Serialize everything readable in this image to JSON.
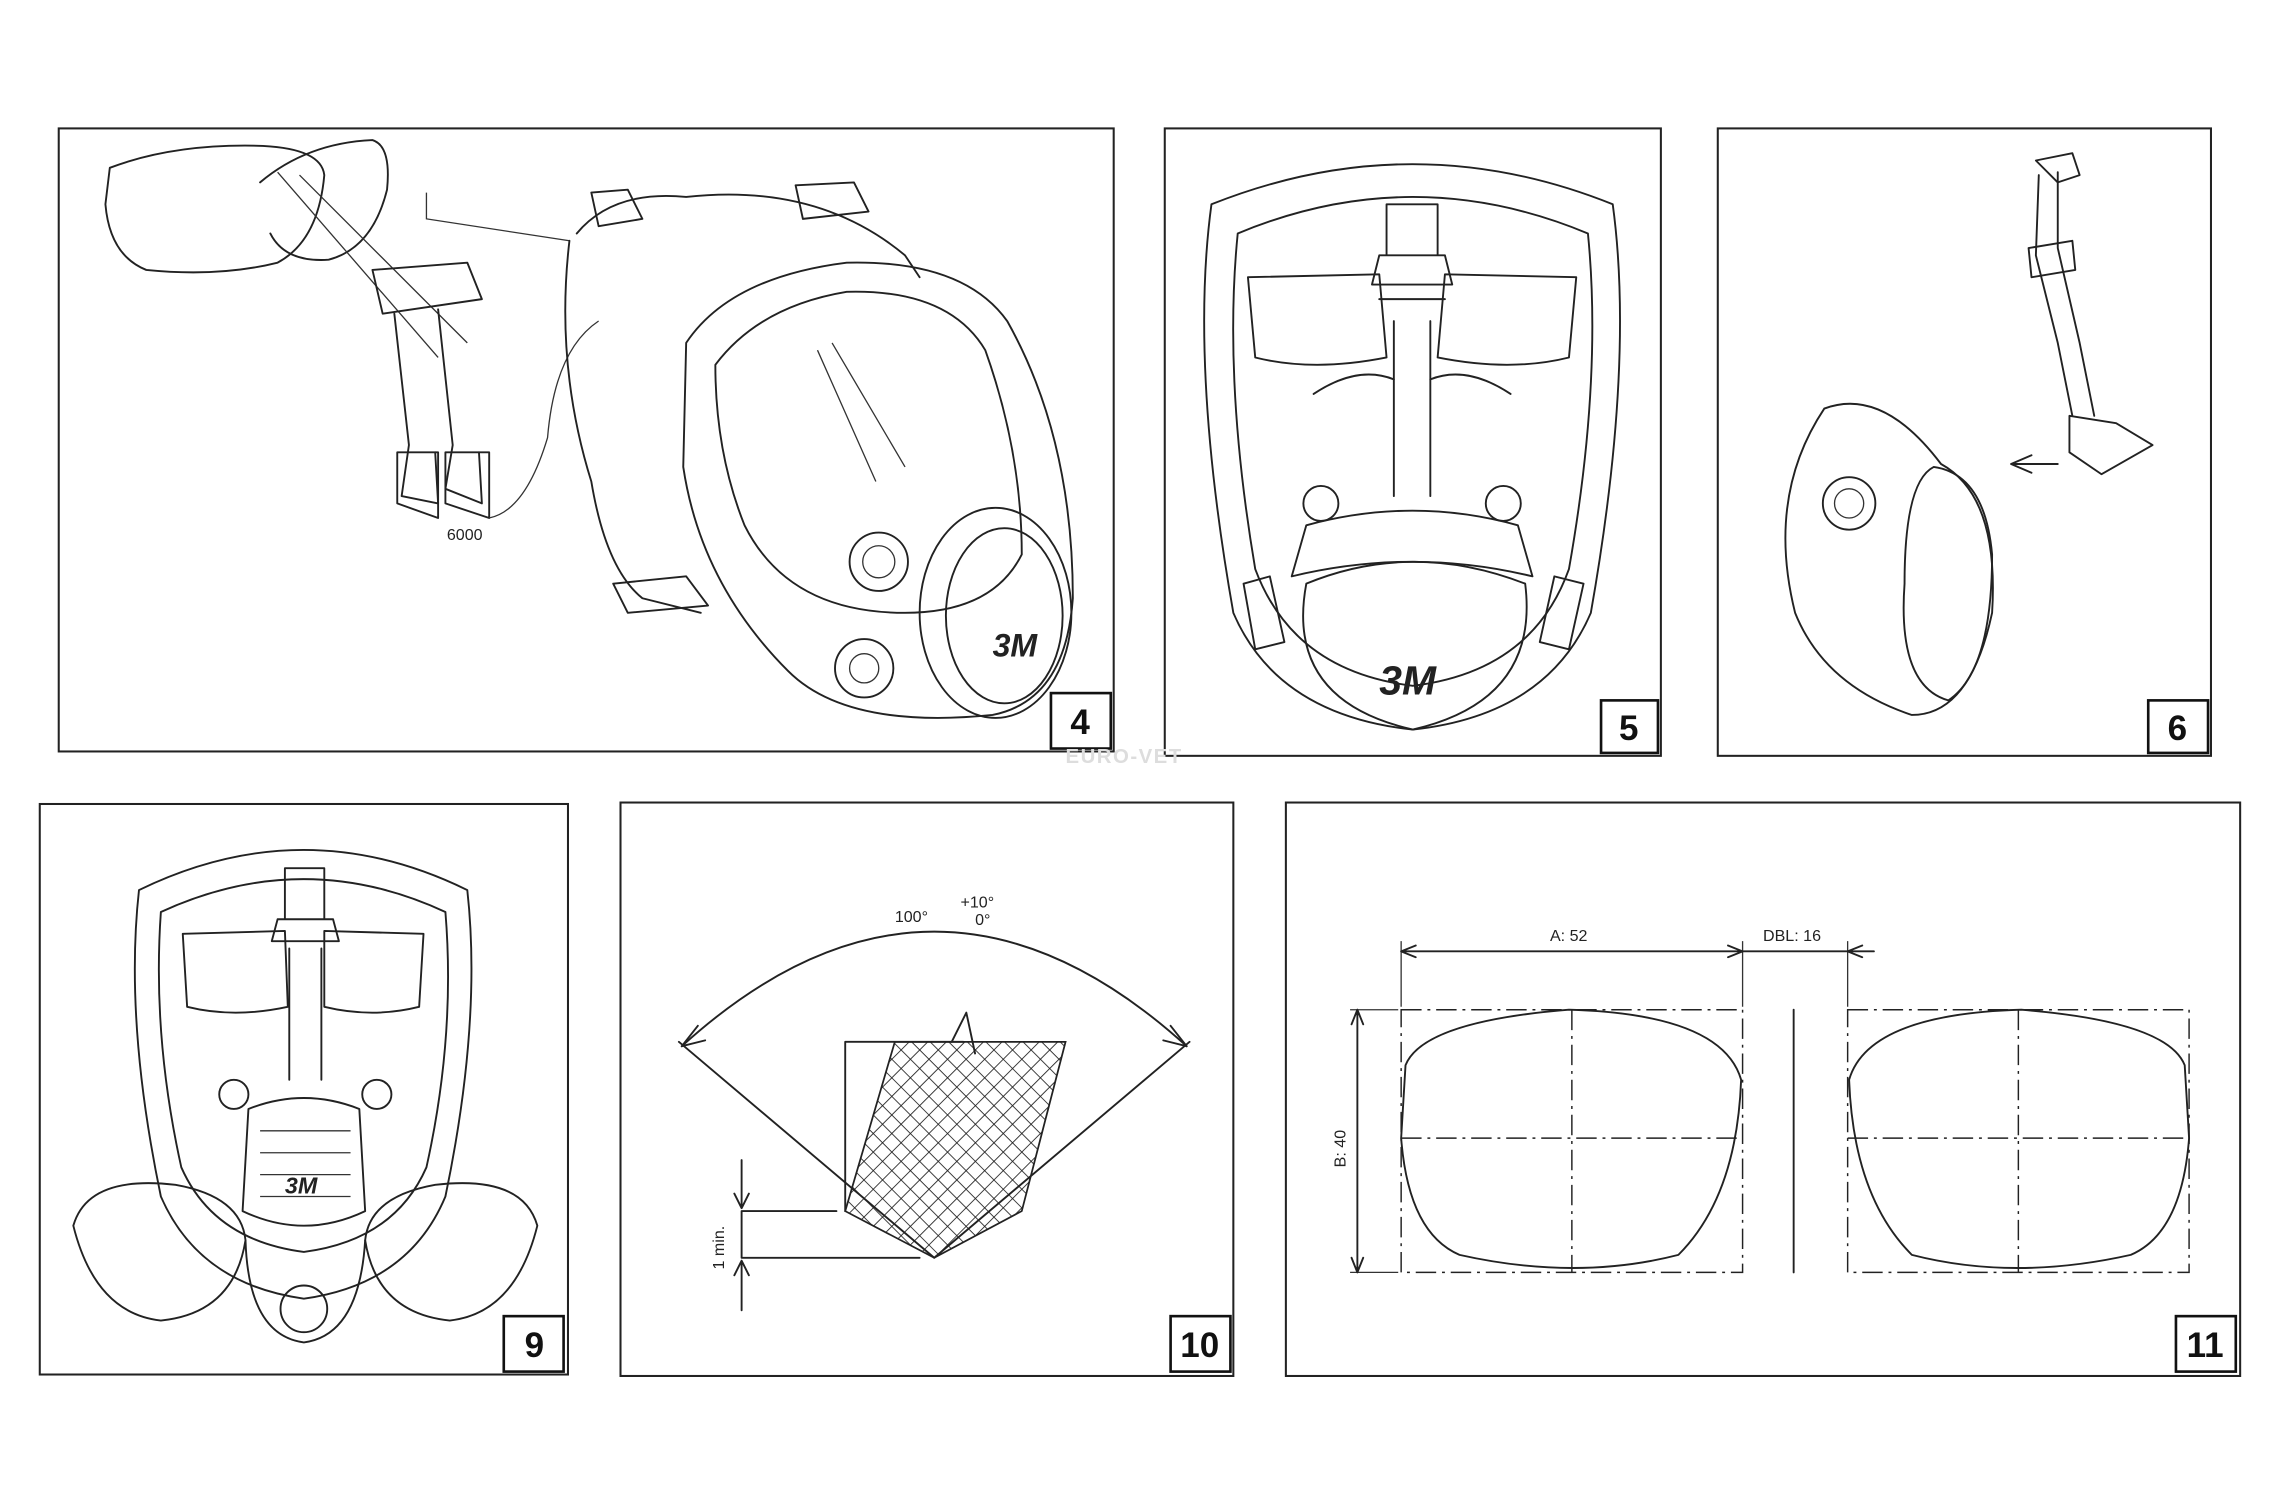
{
  "figures": [
    {
      "number": "4",
      "labels": {
        "part_code": "6000",
        "logo": "3M"
      }
    },
    {
      "number": "5",
      "labels": {
        "logo": "3M"
      }
    },
    {
      "number": "6"
    },
    {
      "number": "9",
      "labels": {
        "logo": "3M"
      }
    },
    {
      "number": "10",
      "labels": {
        "angle": "100°",
        "tolerance_plus": "+10°",
        "tolerance_minus": "0°",
        "min_distance": "1 min."
      }
    },
    {
      "number": "11",
      "labels": {
        "width": "A: 52",
        "bridge": "DBL: 16",
        "height": "B: 40"
      }
    }
  ],
  "watermark": "EURO-VET"
}
